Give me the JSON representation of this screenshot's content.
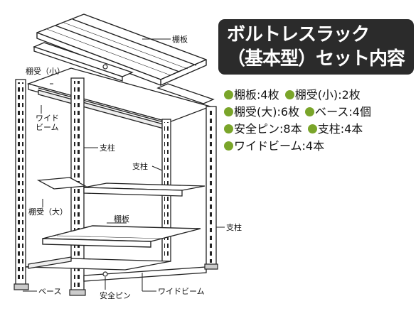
{
  "title": {
    "line1": "ボルトレスラック",
    "line2": "（基本型）セット内容"
  },
  "contents": [
    [
      {
        "name": "棚板",
        "count": "4枚"
      },
      {
        "name": "棚受(小)",
        "count": "2枚"
      }
    ],
    [
      {
        "name": "棚受(大)",
        "count": "6枚"
      },
      {
        "name": "ベース",
        "count": "4個"
      }
    ],
    [
      {
        "name": "安全ピン",
        "count": "8本"
      },
      {
        "name": "支柱",
        "count": "4本"
      }
    ],
    [
      {
        "name": "ワイドビーム",
        "count": "4本"
      }
    ]
  ],
  "labels": {
    "shelf_top": "棚板",
    "bracket_small": "棚受（小）",
    "wide_beam_left": "ワイド\nビーム",
    "pillar_front": "支柱",
    "pillar_inner": "支柱",
    "bracket_large": "棚受（大）",
    "shelf_lower": "棚板",
    "pillar_right": "支柱",
    "base": "ベース",
    "safety_pin": "安全ピン",
    "wide_beam_bottom": "ワイドビーム"
  },
  "colors": {
    "title_bg": "#2b2b2b",
    "bullet": "#7aa52a"
  }
}
